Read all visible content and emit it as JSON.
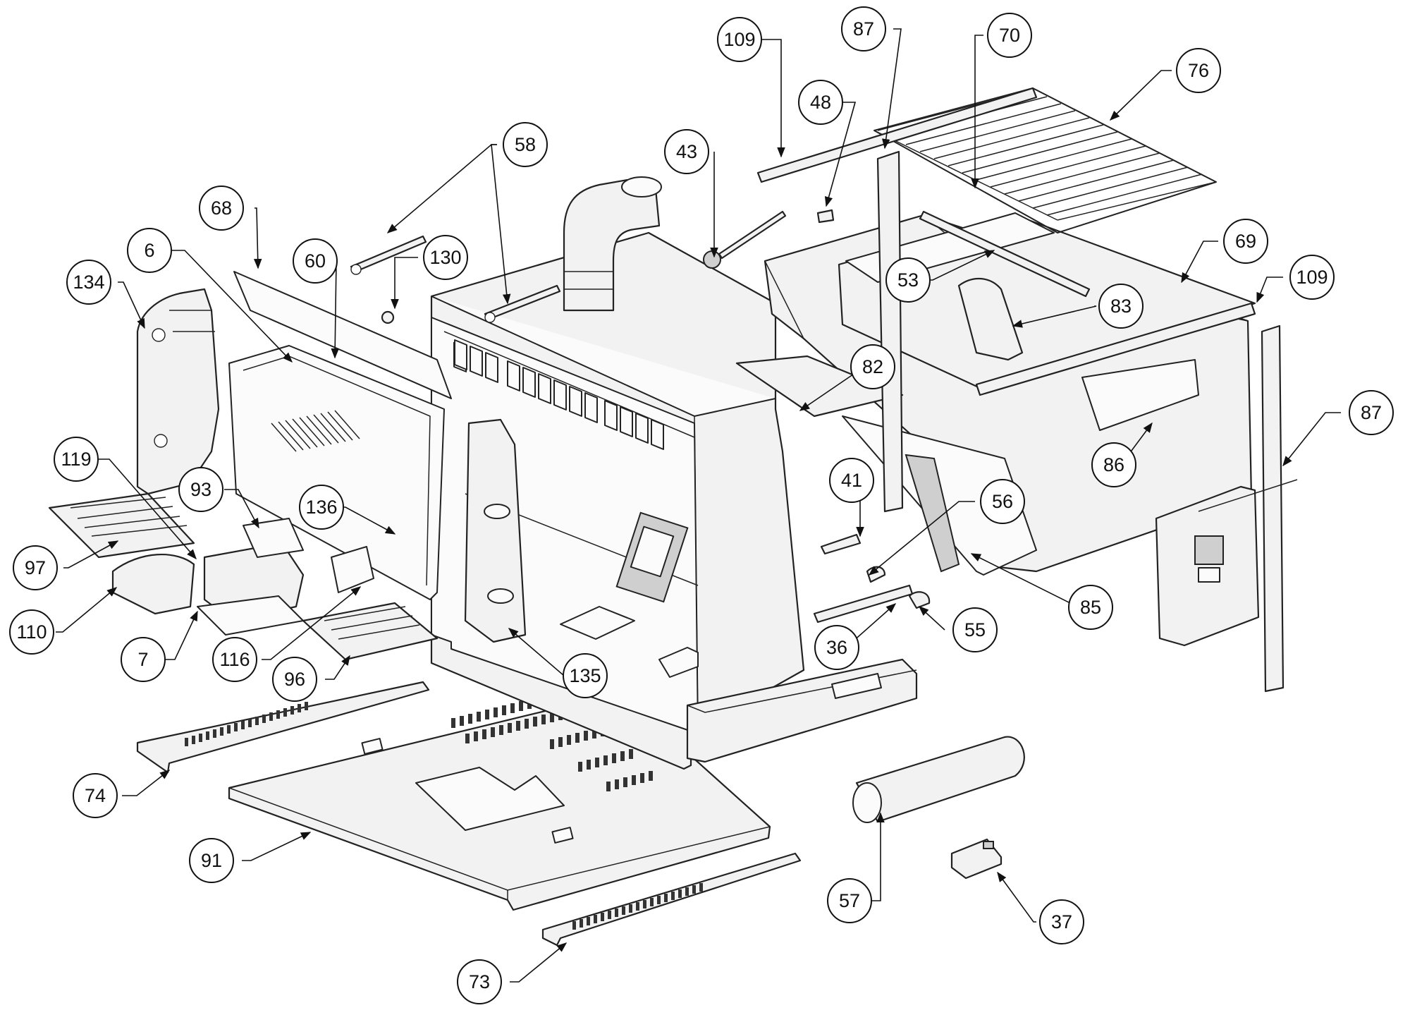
{
  "callouts": [
    {
      "label": "109"
    },
    {
      "label": "87"
    },
    {
      "label": "70"
    },
    {
      "label": "76"
    },
    {
      "label": "48"
    },
    {
      "label": "43"
    },
    {
      "label": "58"
    },
    {
      "label": "68"
    },
    {
      "label": "6"
    },
    {
      "label": "60"
    },
    {
      "label": "130"
    },
    {
      "label": "134"
    },
    {
      "label": "69"
    },
    {
      "label": "109"
    },
    {
      "label": "53"
    },
    {
      "label": "83"
    },
    {
      "label": "82"
    },
    {
      "label": "87"
    },
    {
      "label": "119"
    },
    {
      "label": "93"
    },
    {
      "label": "136"
    },
    {
      "label": "41"
    },
    {
      "label": "56"
    },
    {
      "label": "86"
    },
    {
      "label": "97"
    },
    {
      "label": "110"
    },
    {
      "label": "85"
    },
    {
      "label": "55"
    },
    {
      "label": "36"
    },
    {
      "label": "7"
    },
    {
      "label": "116"
    },
    {
      "label": "96"
    },
    {
      "label": "135"
    },
    {
      "label": "74"
    },
    {
      "label": "91"
    },
    {
      "label": "57"
    },
    {
      "label": "37"
    },
    {
      "label": "73"
    }
  ]
}
